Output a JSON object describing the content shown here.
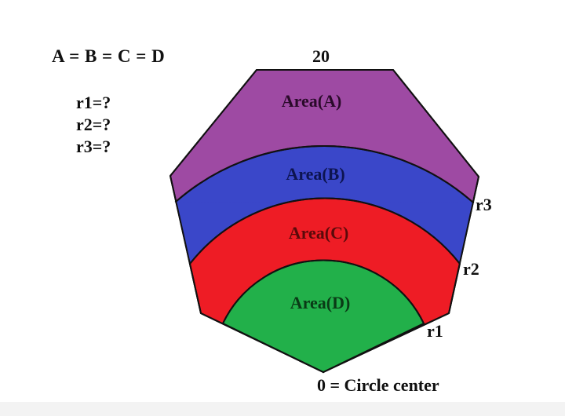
{
  "problem": {
    "equation": "A = B = C = D",
    "unknowns": [
      "r1=?",
      "r2=?",
      "r3=?"
    ]
  },
  "figure": {
    "top_edge_label": "20",
    "center_label": "0 = Circle center",
    "radius_labels": [
      "r1",
      "r2",
      "r3"
    ],
    "regions": [
      {
        "id": "A",
        "label": "Area(A)",
        "color": "#9e4aa3"
      },
      {
        "id": "B",
        "label": "Area(B)",
        "color": "#3a47c9"
      },
      {
        "id": "C",
        "label": "Area(C)",
        "color": "#ee1c25"
      },
      {
        "id": "D",
        "label": "Area(D)",
        "color": "#22b04a"
      }
    ],
    "outline_color": "#111111"
  }
}
